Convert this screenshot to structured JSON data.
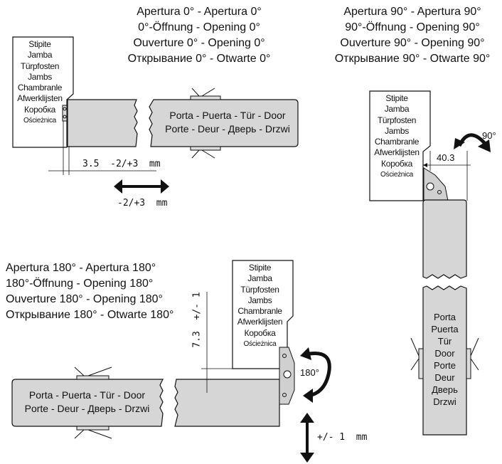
{
  "opening0": {
    "title_lines": [
      "Apertura 0° - Apertura 0°",
      "0°-Öffnung - Opening 0°",
      "Ouverture 0° - Opening 0°",
      "Открывание 0° - Otwarte 0°"
    ],
    "jamb_labels": [
      "Stipite",
      "Jamba",
      "Türpfosten",
      "Jambs",
      "Chambranle",
      "Afwerklijsten",
      "Коробка",
      "Ościeżnica"
    ],
    "door_lines": [
      "Porta - Puerta - Tür - Door",
      "Porte - Deur - Дверь - Drzwi"
    ],
    "gap_label": "3.5  -2/+3  mm",
    "adjust_label": "-2/+3  mm"
  },
  "opening90": {
    "title_lines": [
      "Apertura 90° - Apertura 90°",
      "90°-Öffnung - Opening 90°",
      "Ouverture 90° - Opening 90°",
      "Открывание 90° - Otwarte 90°"
    ],
    "jamb_labels": [
      "Stipite",
      "Jamba",
      "Türpfosten",
      "Jambs",
      "Chambranle",
      "Afwerklijsten",
      "Коробка",
      "Ościeżnica"
    ],
    "door_words": [
      "Porta",
      "Puerta",
      "Tür",
      "Door",
      "Porte",
      "Deur",
      "Дверь",
      "Drzwi"
    ],
    "distance_label": "40.3",
    "angle_label": "90°"
  },
  "opening180": {
    "title_lines": [
      "Apertura 180° - Apertura 180°",
      "180°-Öffnung - Opening 180°",
      "Ouverture 180° - Opening 180°",
      "Открывание 180° - Otwarte 180°"
    ],
    "jamb_labels": [
      "Stipite",
      "Jamba",
      "Türpfosten",
      "Jambs",
      "Chambranle",
      "Afwerklijsten",
      "Коробка",
      "Ościeżnica"
    ],
    "door_lines": [
      "Porta - Puerta - Tür - Door",
      "Porte - Deur - Дверь - Drzwi"
    ],
    "vertical_label": "7.3  +/- 1",
    "angle_label": "180°",
    "adjust_label": "+/- 1  mm"
  }
}
